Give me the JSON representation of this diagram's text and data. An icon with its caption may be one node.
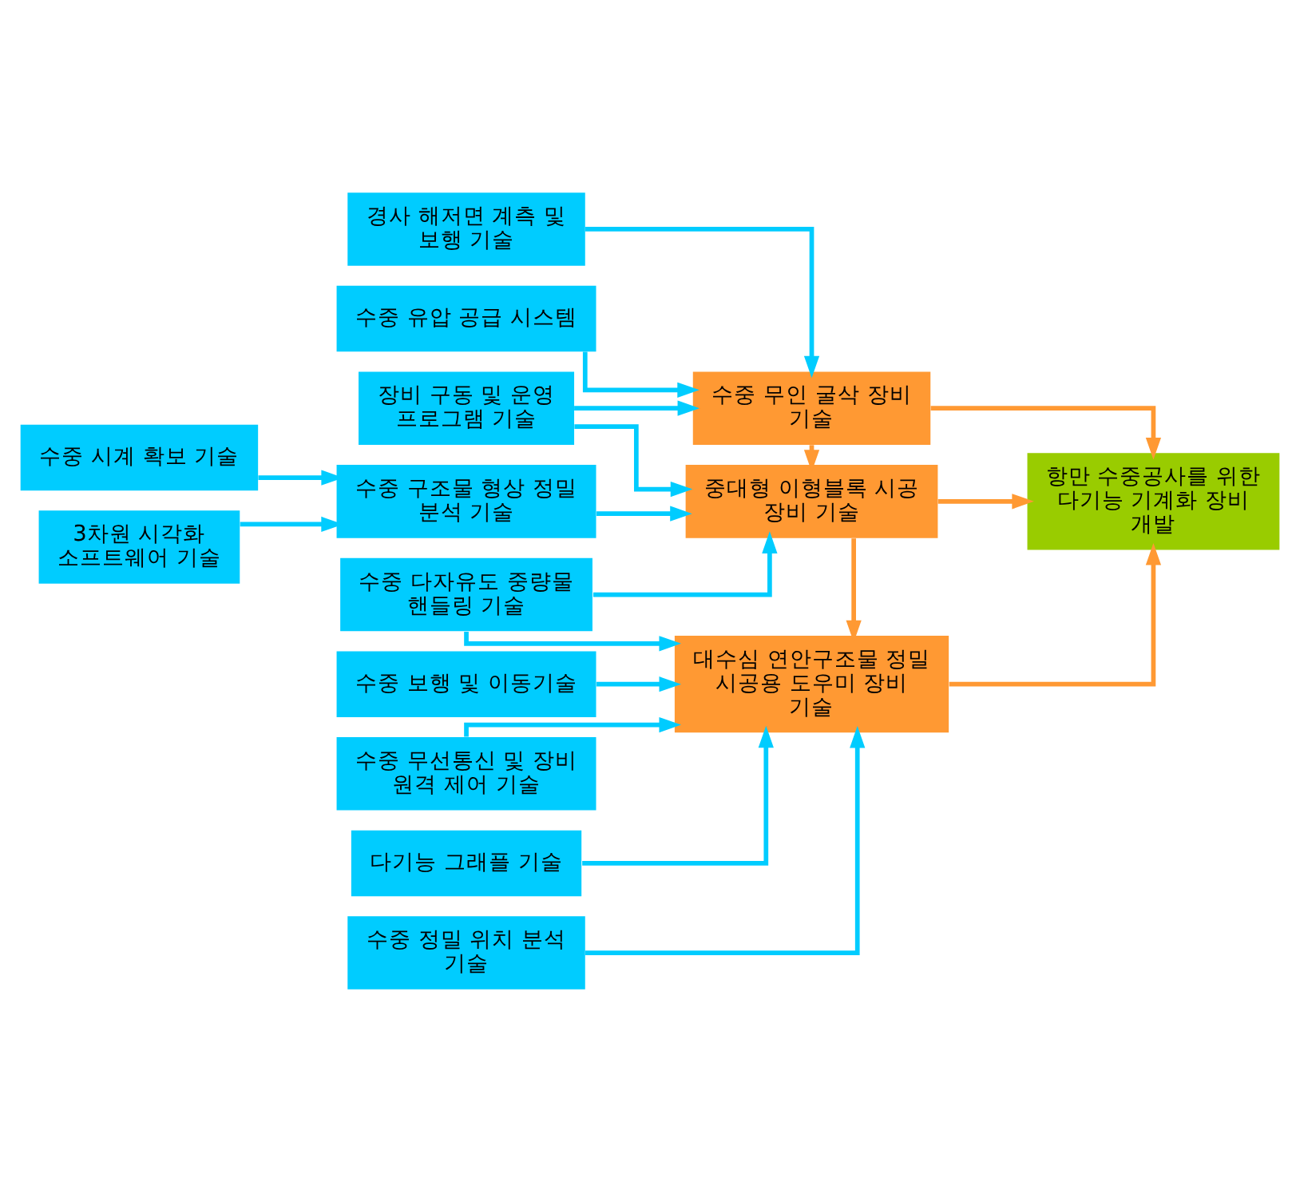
{
  "diagram": {
    "nodes": [
      {
        "text": [
          "경사 해저면 계측 및 보행 기술"
        ]
      },
      {
        "text": [
          "수중 유압 공급 시스템"
        ]
      },
      {
        "text": [
          "장비 구동 및 운영 프로그램 기술"
        ]
      },
      {
        "text": [
          "수중 무인 굴삭 장비 기술"
        ]
      },
      {
        "text": [
          "수중 시계 확보 기술"
        ]
      },
      {
        "text": [
          "3차원 시각화 소프트웨어 기술"
        ]
      },
      {
        "text": [
          "수중 구조물 형상 정밀 분석 기술"
        ]
      },
      {
        "text": [
          "수중 다자유도 중량물 핸들링 기술"
        ]
      },
      {
        "text": [
          "중대형 이형블록 시공 장비 기술"
        ]
      },
      {
        "text": [
          "항만 수중공사를 위한 다기능 기계화 장비 개발"
        ]
      },
      {
        "text": [
          "수중 보행 및 이동기술"
        ]
      },
      {
        "text": [
          "수중 무선통신 및 장비 원격 제어 기술"
        ]
      },
      {
        "text": [
          "다기능 그래플 기술"
        ]
      },
      {
        "text": [
          "수중 정밀 위치 분석 기술"
        ]
      },
      {
        "text": [
          "대수심 연안구조물 정밀 시공용 도우미 장비 기술"
        ]
      }
    ],
    "edges": [
      {
        "from": 0,
        "to": 3,
        "arrow": "to"
      },
      {
        "from": 1,
        "to": 3,
        "arrow": "to"
      },
      {
        "from": 2,
        "to": 3,
        "arrow": "to"
      },
      {
        "from": 2,
        "to": 8,
        "arrow": "to"
      },
      {
        "from": 4,
        "to": 6,
        "arrow": "to"
      },
      {
        "from": 5,
        "to": 6,
        "arrow": "to"
      },
      {
        "from": 6,
        "to": 8,
        "arrow": "to"
      },
      {
        "from": 7,
        "to": 8,
        "arrow": "to"
      },
      {
        "from": 7,
        "to": 14,
        "arrow": "to"
      },
      {
        "from": 10,
        "to": 14,
        "arrow": "to"
      },
      {
        "from": 11,
        "to": 14,
        "arrow": "to"
      },
      {
        "from": 12,
        "to": 14,
        "arrow": "to"
      },
      {
        "from": 13,
        "to": 14,
        "arrow": "to"
      },
      {
        "from": 3,
        "to": 8,
        "arrow": "to",
        "color": "#ff9933"
      },
      {
        "from": 8,
        "to": 14,
        "arrow": "to",
        "color": "#ff9933"
      },
      {
        "from": 3,
        "to": 9,
        "arrow": "to",
        "color": "#ff9933"
      },
      {
        "from": 8,
        "to": 9,
        "arrow": "to",
        "color": "#ff9933"
      },
      {
        "from": 14,
        "to": 9,
        "arrow": "to",
        "color": "#ff9933"
      }
    ]
  }
}
